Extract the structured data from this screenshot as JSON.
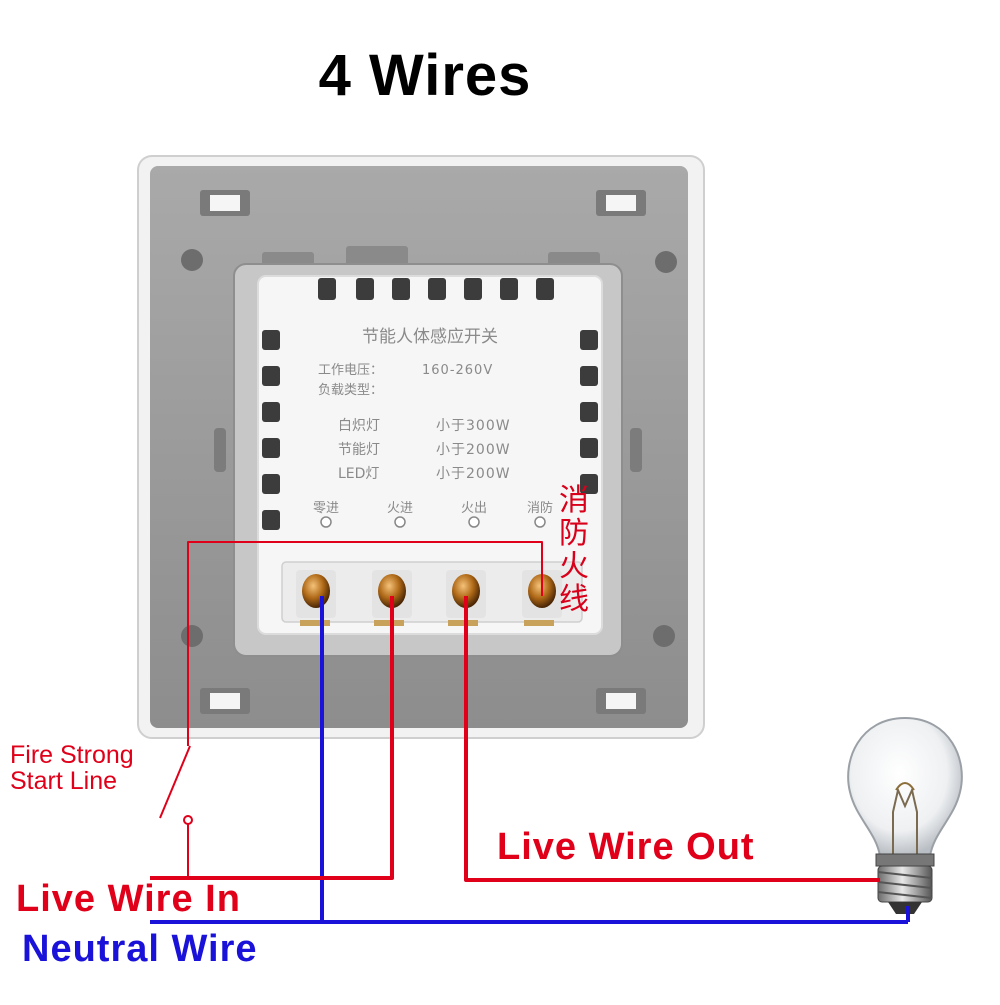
{
  "title": "4 Wires",
  "module": {
    "heading": "节能人体感应开关",
    "voltage_label": "工作电压：",
    "voltage_value": "160-260V",
    "load_label": "负载类型：",
    "loads": [
      {
        "type": "白炽灯",
        "limit": "小于300W"
      },
      {
        "type": "节能灯",
        "limit": "小于200W"
      },
      {
        "type": "LED灯",
        "limit": "小于200W"
      }
    ],
    "terminals": [
      "零进",
      "火进",
      "火出",
      "消防"
    ]
  },
  "fire_line_vertical": "消防火线",
  "labels": {
    "fire_strong_start_line": [
      "Fire Strong",
      "Start Line"
    ],
    "live_wire_out": "Live Wire Out",
    "live_wire_in": "Live Wire In",
    "neutral_wire": "Neutral Wire"
  },
  "colors": {
    "live": "#e0001a",
    "neutral": "#1a12d8",
    "plate_frame": "#f1f1f1",
    "plate_inner": "#9c9c9c",
    "module": "#f6f6f6"
  }
}
